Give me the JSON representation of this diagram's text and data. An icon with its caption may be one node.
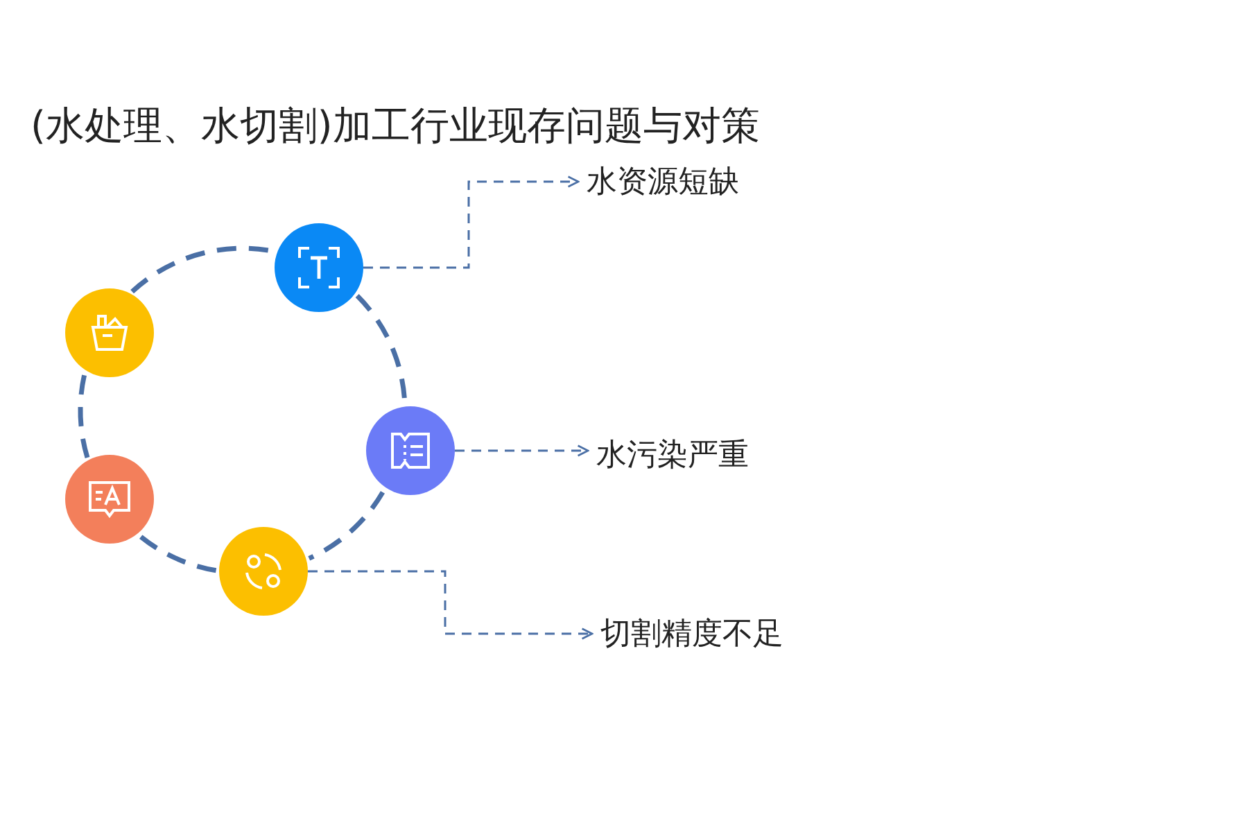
{
  "diagram": {
    "title": "(水处理、水切割)加工行业现存问题与对策",
    "nodes": [
      {
        "text": [],
        "shape": "circle"
      },
      {
        "text": [],
        "shape": "circle"
      },
      {
        "text": [],
        "shape": "circle"
      },
      {
        "text": [],
        "shape": "circle"
      },
      {
        "text": [],
        "shape": "circle"
      },
      {
        "text": [
          "水资源短缺"
        ]
      },
      {
        "text": [
          "水污染严重"
        ]
      },
      {
        "text": [
          "切割精度不足"
        ]
      }
    ],
    "edges": [
      {
        "from": 1,
        "to": 0,
        "arrow": "none",
        "style": "dashed"
      },
      {
        "from": 0,
        "to": 2,
        "arrow": "none",
        "style": "dashed"
      },
      {
        "from": 2,
        "to": 4,
        "arrow": "none",
        "style": "dashed"
      },
      {
        "from": 4,
        "to": 3,
        "arrow": "none",
        "style": "dashed"
      },
      {
        "from": 3,
        "to": 1,
        "arrow": "none",
        "style": "dashed"
      },
      {
        "from": 0,
        "to": 5,
        "arrow": "to",
        "style": "dashed"
      },
      {
        "from": 2,
        "to": 6,
        "arrow": "to",
        "style": "dashed"
      },
      {
        "from": 4,
        "to": 7,
        "arrow": "to",
        "style": "dashed"
      }
    ]
  }
}
